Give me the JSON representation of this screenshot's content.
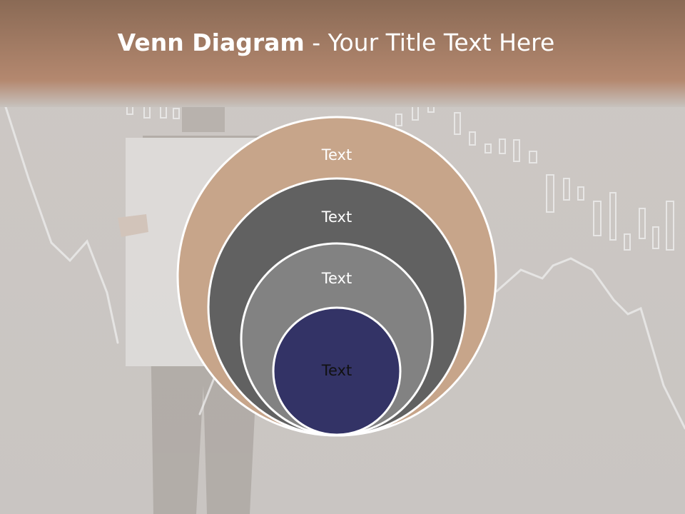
{
  "slide": {
    "title_bold": "Venn Diagram",
    "title_rest": " - Your Title Text Here"
  },
  "diagram": {
    "circles": [
      {
        "label": "Text",
        "fill": "#c7a58a",
        "label_color": "#ffffff"
      },
      {
        "label": "Text",
        "fill": "#616161",
        "label_color": "#ffffff"
      },
      {
        "label": "Text",
        "fill": "#828282",
        "label_color": "#ffffff"
      },
      {
        "label": "Text",
        "fill": "#333366",
        "label_color": "#111111"
      }
    ],
    "stroke": "#ffffff"
  },
  "colors": {
    "header_top": "#8c6a55",
    "header_bottom": "#b48870",
    "background": "#c8c3bf"
  }
}
